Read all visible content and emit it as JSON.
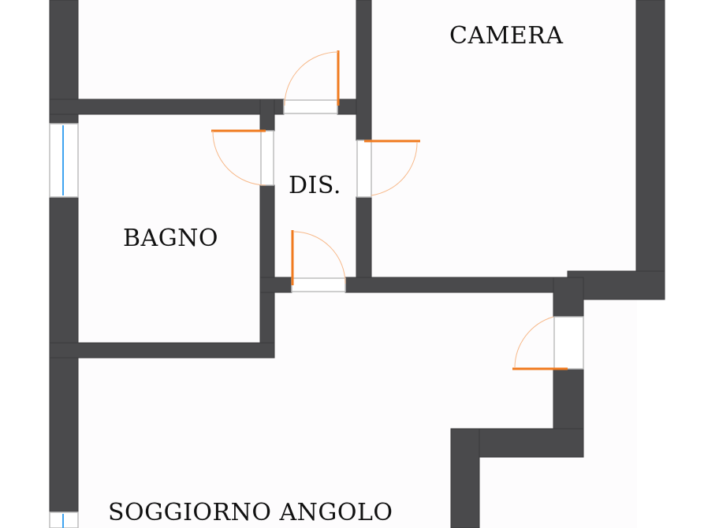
{
  "plan": {
    "type": "floor-plan",
    "colors": {
      "wall": "#4a4a4c",
      "door_leaf": "#f07a1e",
      "door_swing": "#f7b98a",
      "window_glass": "#3fa4f0",
      "floor": "#fdfcfd"
    },
    "rooms": [
      {
        "id": "camera",
        "label": "CAMERA"
      },
      {
        "id": "bagno",
        "label": "BAGNO"
      },
      {
        "id": "dis",
        "label": "DIS."
      },
      {
        "id": "soggiorno",
        "label": "SOGGIORNO ANGOLO"
      }
    ],
    "doors": [
      {
        "id": "door-top-dis",
        "between": "dis / upper room"
      },
      {
        "id": "door-bagno",
        "between": "bagno / dis"
      },
      {
        "id": "door-camera",
        "between": "dis / camera"
      },
      {
        "id": "door-dis-soggiorno",
        "between": "dis / soggiorno"
      },
      {
        "id": "door-entrance",
        "between": "soggiorno / exterior"
      }
    ],
    "windows": [
      {
        "id": "window-bagno",
        "wall": "west"
      },
      {
        "id": "window-soggiorno",
        "wall": "west"
      }
    ]
  }
}
